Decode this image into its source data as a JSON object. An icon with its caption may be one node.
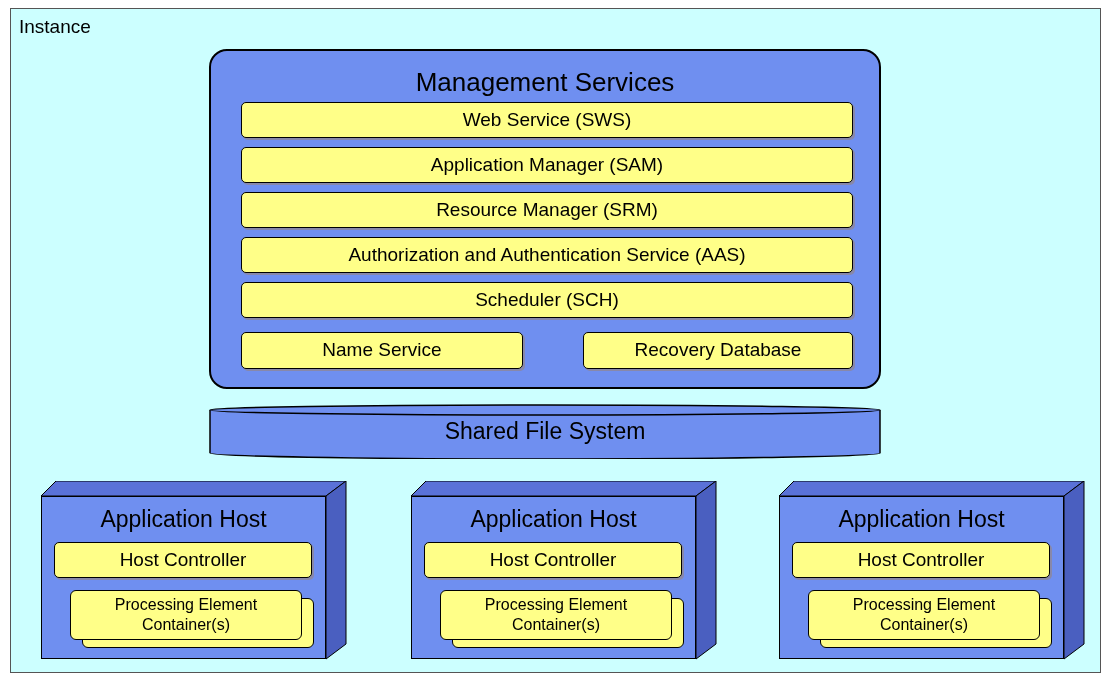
{
  "diagram": {
    "nodes": [
      {
        "text": [
          "Instance"
        ]
      },
      {
        "text": [
          "Management Services"
        ],
        "in": 0
      },
      {
        "text": [
          "Web Service (SWS)"
        ],
        "in": 1
      },
      {
        "text": [
          "Application Manager (SAM)"
        ],
        "in": 1
      },
      {
        "text": [
          "Resource Manager (SRM)"
        ],
        "in": 1
      },
      {
        "text": [
          "Authorization and Authentication Service (AAS)"
        ],
        "in": 1
      },
      {
        "text": [
          "Scheduler (SCH)"
        ],
        "in": 1
      },
      {
        "text": [
          "Name Service"
        ],
        "in": 1
      },
      {
        "text": [
          "Recovery Database"
        ],
        "in": 1
      },
      {
        "text": [
          "Shared File System"
        ],
        "in": 0
      },
      {
        "text": [
          "Application Host"
        ],
        "in": 0
      },
      {
        "text": [
          "Host Controller"
        ],
        "in": 10
      },
      {
        "text": [
          "Processing Element Container(s)"
        ],
        "in": 10
      },
      {
        "text": [
          "Application Host"
        ],
        "in": 0
      },
      {
        "text": [
          "Host Controller"
        ],
        "in": 13
      },
      {
        "text": [
          "Processing Element Container(s)"
        ],
        "in": 13
      },
      {
        "text": [
          "Application Host"
        ],
        "in": 0
      },
      {
        "text": [
          "Host Controller"
        ],
        "in": 16
      },
      {
        "text": [
          "Processing Element Container(s)"
        ],
        "in": 16
      }
    ],
    "edges": []
  }
}
